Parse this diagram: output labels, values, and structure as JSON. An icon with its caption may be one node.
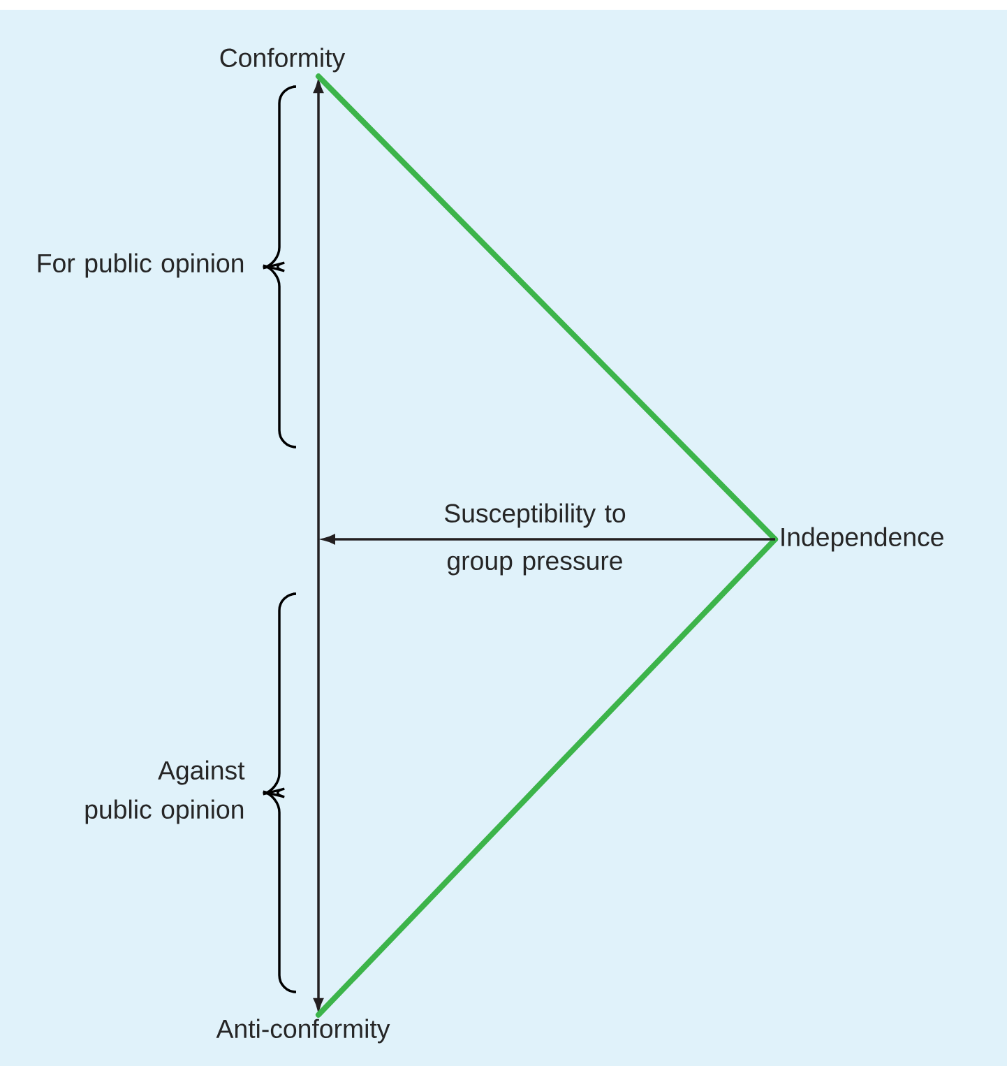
{
  "diagram": {
    "nodes": [
      {
        "text": [
          "Conformity"
        ]
      },
      {
        "text": [
          "Anti-conformity"
        ]
      },
      {
        "text": [
          "Independence"
        ]
      }
    ],
    "edges": [
      {
        "from": 0,
        "to": 1,
        "arrow": "both"
      },
      {
        "from": 0,
        "to": 2,
        "arrow": "none",
        "style": "thick",
        "color": "#3cb44a"
      },
      {
        "from": 1,
        "to": 2,
        "arrow": "none",
        "style": "thick",
        "color": "#3cb44a"
      },
      {
        "from": 2,
        "to": null,
        "arrow": "to",
        "label": "Susceptibility to group pressure"
      }
    ],
    "labels": [
      "For public opinion",
      "Against public opinion"
    ]
  }
}
